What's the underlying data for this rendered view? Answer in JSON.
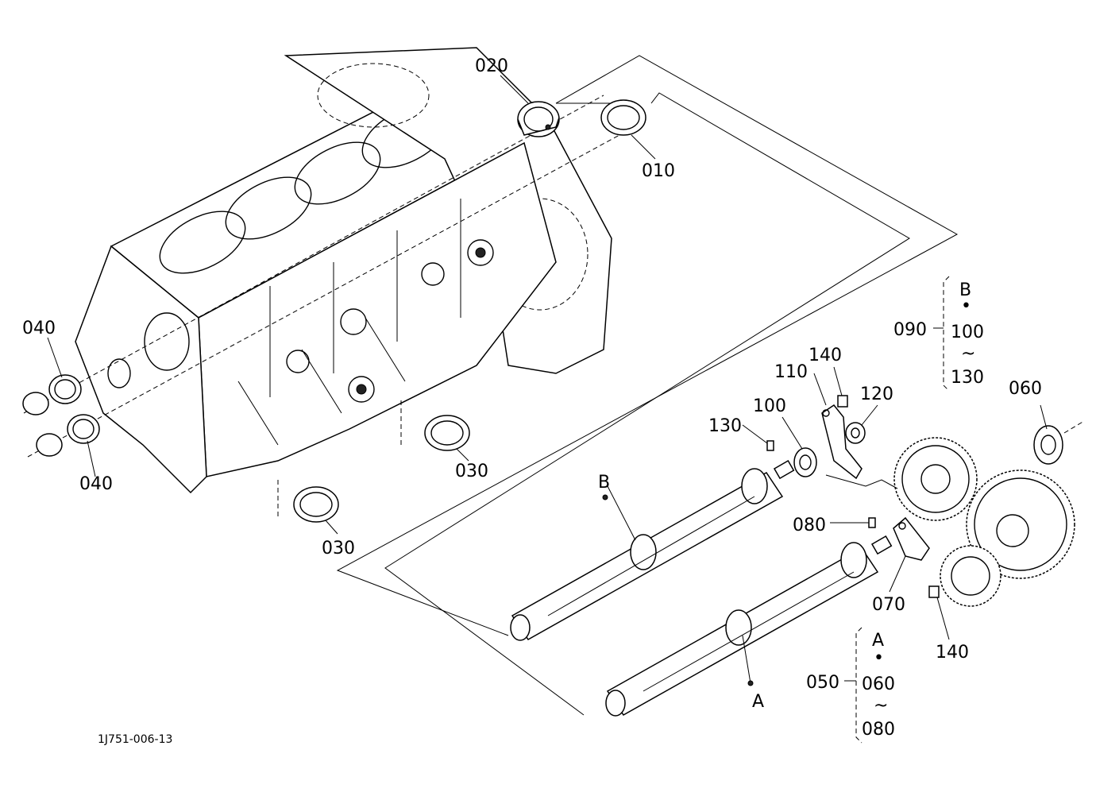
{
  "drawing_ref": "1J751-006-13",
  "labels": {
    "p010": "010",
    "p020": "020",
    "p030a": "030",
    "p030b": "030",
    "p040a": "040",
    "p040b": "040",
    "p050": "050",
    "p060": "060",
    "p060s": "060",
    "p070": "070",
    "p080": "080",
    "p080s": "080",
    "p090": "090",
    "p100": "100",
    "p100s": "100",
    "p110": "110",
    "p120": "120",
    "p130": "130",
    "p130s": "130",
    "p140a": "140",
    "p140b": "140"
  },
  "groups": {
    "A": {
      "letter": "A",
      "shaft_letter": "A",
      "dot": "•",
      "tilde": "~"
    },
    "B": {
      "letter": "B",
      "shaft_letter": "B",
      "dot": "•",
      "tilde": "~"
    }
  }
}
